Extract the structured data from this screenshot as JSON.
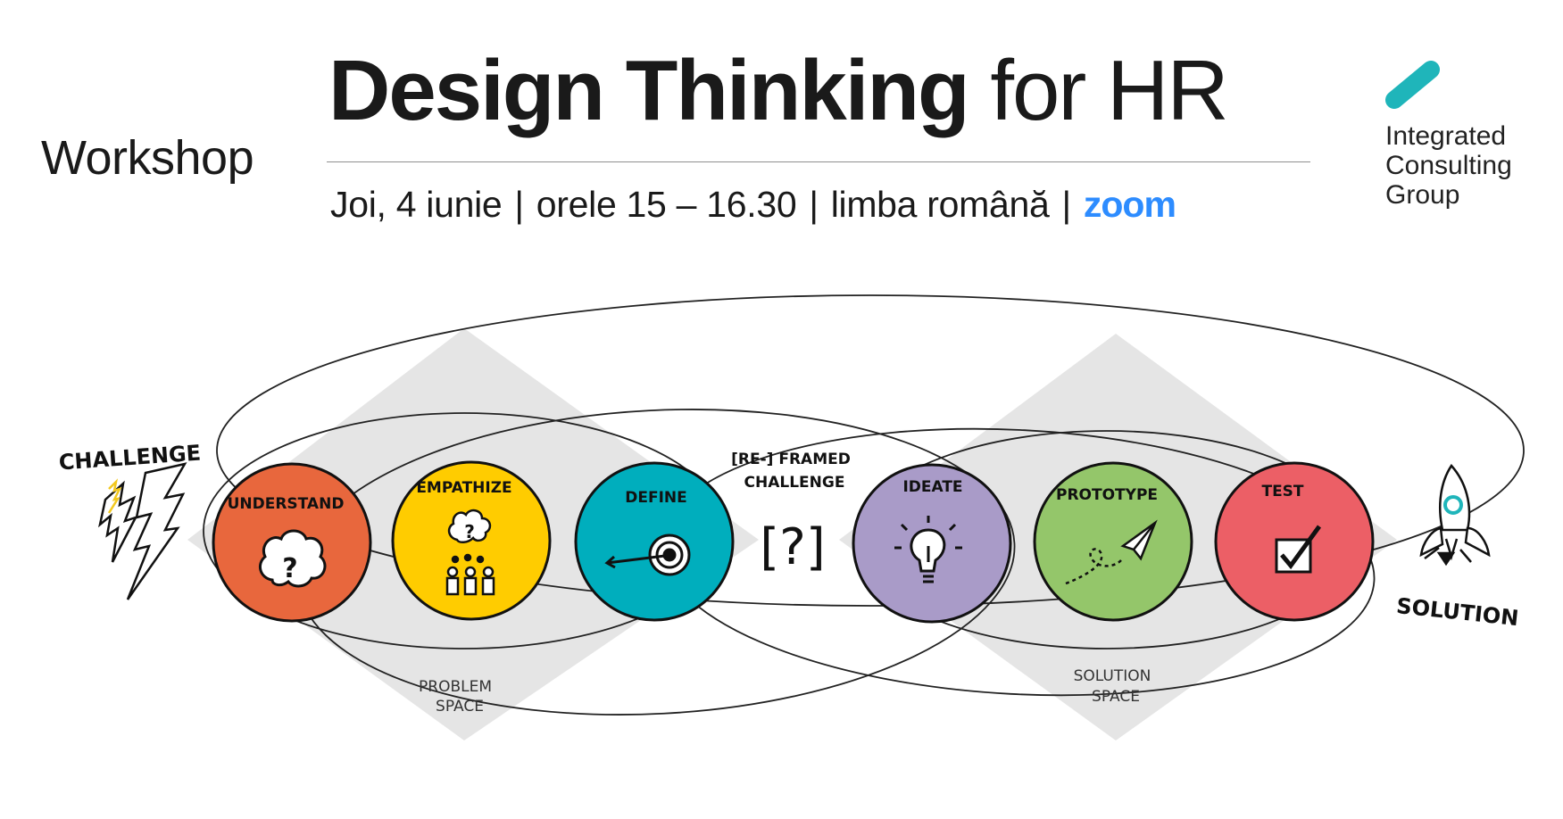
{
  "header": {
    "workshop": "Workshop",
    "title_bold": "Design Thinking",
    "title_light": "for HR",
    "date": "Joi, 4 iunie",
    "time": "orele 15 – 16.30",
    "language": "limba română",
    "separator": "|",
    "platform": "zoom"
  },
  "logo": {
    "line1": "Integrated",
    "line2": "Consulting",
    "line3": "Group",
    "accent_color": "#1fb5ba"
  },
  "diagram": {
    "challenge": "CHALLENGE",
    "solution": "SOLUTION",
    "reframed_line1": "[RE-] FRAMED",
    "reframed_line2": "CHALLENGE",
    "reframed_symbol": "[?]",
    "problem_space_line1": "PROBLEM",
    "problem_space_line2": "SPACE",
    "solution_space_line1": "SOLUTION",
    "solution_space_line2": "SPACE",
    "stages": [
      {
        "label": "UNDERSTAND",
        "color": "#e8673d",
        "icon": "question-cloud-icon"
      },
      {
        "label": "EMPATHIZE",
        "color": "#ffcc00",
        "icon": "people-thinking-icon"
      },
      {
        "label": "DEFINE",
        "color": "#00aebd",
        "icon": "target-icon"
      },
      {
        "label": "IDEATE",
        "color": "#a99bc8",
        "icon": "lightbulb-icon"
      },
      {
        "label": "PROTOTYPE",
        "color": "#94c66a",
        "icon": "paper-plane-icon"
      },
      {
        "label": "TEST",
        "color": "#ec5f66",
        "icon": "checkbox-icon"
      }
    ]
  }
}
